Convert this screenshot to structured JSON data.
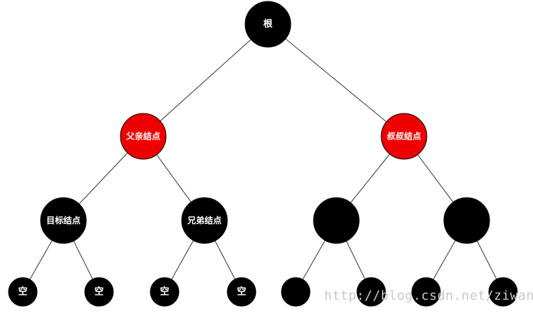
{
  "diagram": {
    "type": "binary-tree",
    "colors": {
      "black": "#000000",
      "red": "#ee0000",
      "label": "#ffffff",
      "edge": "#333333"
    },
    "nodes": [
      {
        "id": "root",
        "label": "根",
        "color": "black"
      },
      {
        "id": "parent",
        "label": "父亲结点",
        "color": "red"
      },
      {
        "id": "uncle",
        "label": "叔叔结点",
        "color": "red"
      },
      {
        "id": "target",
        "label": "目标结点",
        "color": "black"
      },
      {
        "id": "sibling",
        "label": "兄弟结点",
        "color": "black"
      },
      {
        "id": "uncle-left",
        "label": "",
        "color": "black"
      },
      {
        "id": "uncle-right",
        "label": "",
        "color": "black"
      },
      {
        "id": "target-left-nil",
        "label": "空",
        "color": "black"
      },
      {
        "id": "target-right-nil",
        "label": "空",
        "color": "black"
      },
      {
        "id": "sibling-left-nil",
        "label": "空",
        "color": "black"
      },
      {
        "id": "sibling-right-nil",
        "label": "空",
        "color": "black"
      },
      {
        "id": "uncle-left-left",
        "label": "",
        "color": "black"
      },
      {
        "id": "uncle-left-right",
        "label": "",
        "color": "black"
      },
      {
        "id": "uncle-right-left",
        "label": "",
        "color": "black"
      },
      {
        "id": "uncle-right-right",
        "label": "",
        "color": "black"
      }
    ],
    "edges": [
      [
        "root",
        "parent"
      ],
      [
        "root",
        "uncle"
      ],
      [
        "parent",
        "target"
      ],
      [
        "parent",
        "sibling"
      ],
      [
        "uncle",
        "uncle-left"
      ],
      [
        "uncle",
        "uncle-right"
      ],
      [
        "target",
        "target-left-nil"
      ],
      [
        "target",
        "target-right-nil"
      ],
      [
        "sibling",
        "sibling-left-nil"
      ],
      [
        "sibling",
        "sibling-right-nil"
      ],
      [
        "uncle-left",
        "uncle-left-left"
      ],
      [
        "uncle-left",
        "uncle-left-right"
      ],
      [
        "uncle-right",
        "uncle-right-left"
      ],
      [
        "uncle-right",
        "uncle-right-right"
      ]
    ]
  },
  "watermark": "http://blog.csdn.net/ziwang_"
}
